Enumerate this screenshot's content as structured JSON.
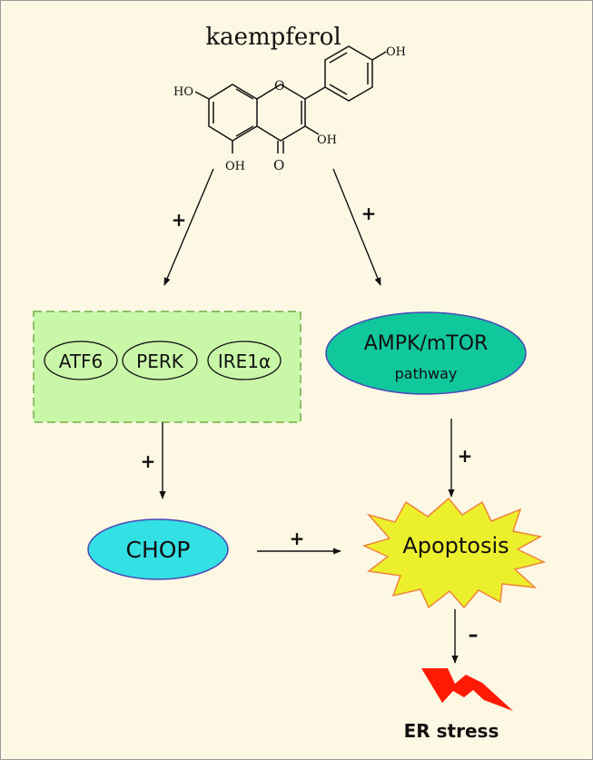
{
  "title": "kaempferol",
  "molecule": {
    "substituents": [
      "HO",
      "OH",
      "O",
      "OH",
      "OH",
      "O"
    ]
  },
  "er_box": {
    "sensors": [
      "ATF6",
      "PERK",
      "IRE1α"
    ]
  },
  "ampk": {
    "line1": "AMPK/mTOR",
    "line2": "pathway"
  },
  "chop": "CHOP",
  "apoptosis": "Apoptosis",
  "er_stress": "ER stress",
  "signs": {
    "kaempferol_to_er": "+",
    "kaempferol_to_ampk": "+",
    "er_to_chop": "+",
    "ampk_to_apoptosis": "+",
    "chop_to_apoptosis": "+",
    "apoptosis_to_er_stress": "–"
  },
  "colors": {
    "background": "#fcf8e3",
    "er_box_fill": "#c9f7a8",
    "er_box_border": "#6fae45",
    "ampk_fill": "#11c79c",
    "chop_fill": "#33e0e4",
    "oval_border": "#4a48b8",
    "apoptosis_fill": "#ecf02c",
    "apoptosis_border": "#f0843a",
    "bolt": "#ff1a05"
  }
}
